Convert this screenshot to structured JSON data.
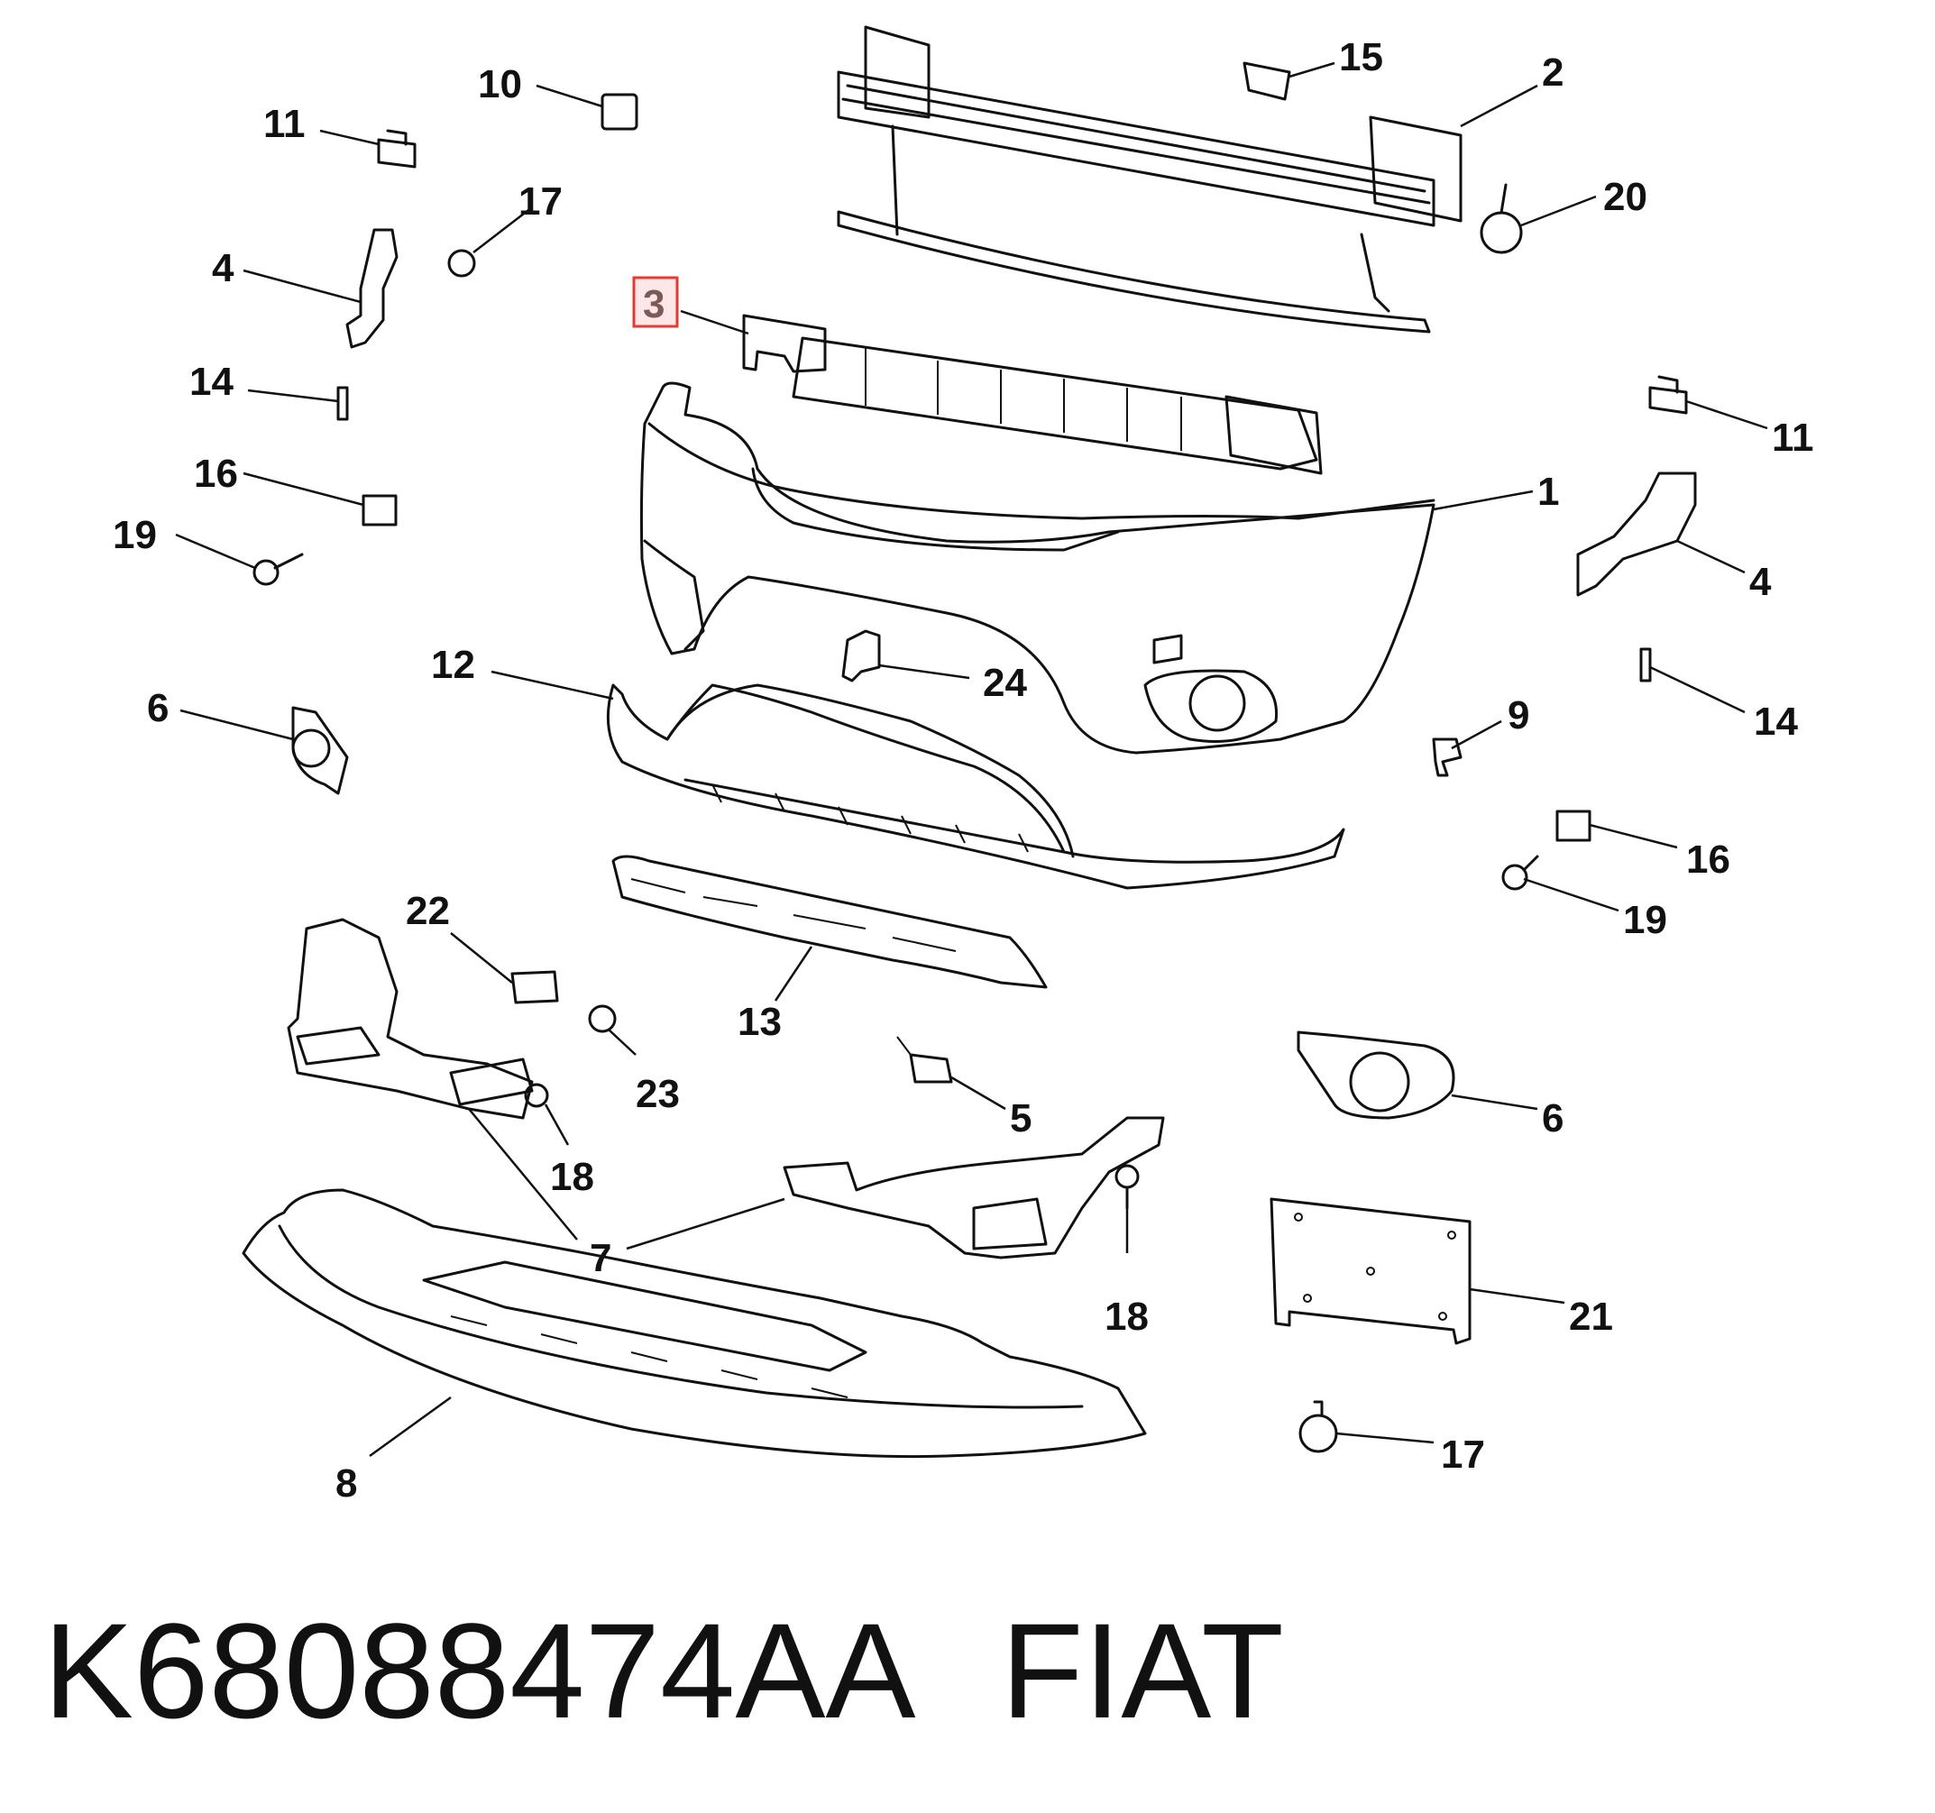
{
  "diagram": {
    "highlight_color": "#e53935",
    "highlighted_callout": "3",
    "callouts": {
      "c1": "1",
      "c2": "2",
      "c3": "3",
      "c4a": "4",
      "c4b": "4",
      "c5": "5",
      "c6a": "6",
      "c6b": "6",
      "c7": "7",
      "c8": "8",
      "c9": "9",
      "c10": "10",
      "c11a": "11",
      "c11b": "11",
      "c12": "12",
      "c13": "13",
      "c14a": "14",
      "c14b": "14",
      "c15": "15",
      "c16a": "16",
      "c16b": "16",
      "c17a": "17",
      "c17b": "17",
      "c18a": "18",
      "c18b": "18",
      "c19a": "19",
      "c19b": "19",
      "c20": "20",
      "c21": "21",
      "c22": "22",
      "c23": "23",
      "c24": "24"
    }
  },
  "footer": {
    "part_number": "K68088474AA",
    "brand": "FIAT"
  }
}
